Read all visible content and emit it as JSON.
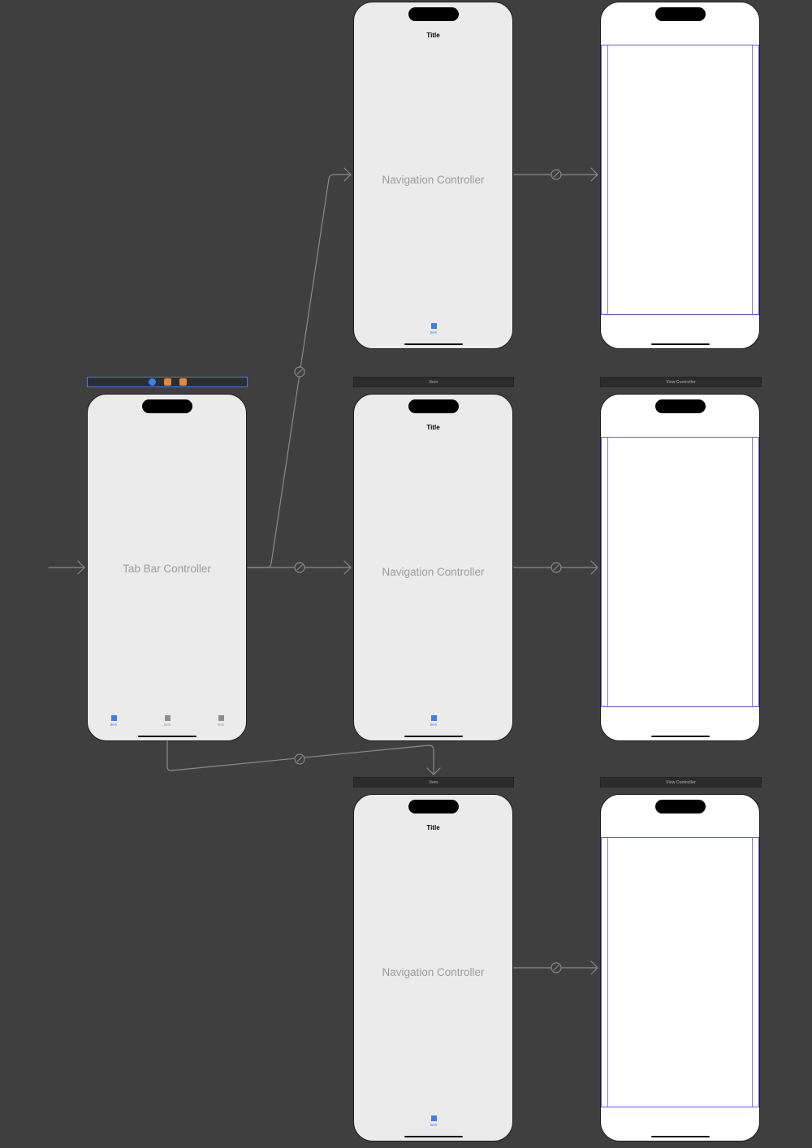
{
  "dock": {
    "first_responder_icon": "first-responder-icon",
    "exit_icon": "exit-icon",
    "controller_icon": "controller-icon"
  },
  "scenes": {
    "tab_bar": {
      "label": "Tab Bar Controller",
      "tabs": [
        {
          "label": "Item",
          "state": "selected"
        },
        {
          "label": "Item",
          "state": "normal"
        },
        {
          "label": "Item",
          "state": "normal"
        }
      ]
    },
    "nav_top": {
      "title": "Title",
      "label": "Navigation Controller",
      "tab_label": "Item"
    },
    "nav_middle": {
      "bar_title": "Item",
      "title": "Title",
      "label": "Navigation Controller",
      "tab_label": "Item"
    },
    "nav_bottom": {
      "bar_title": "Item",
      "title": "Title",
      "label": "Navigation Controller",
      "tab_label": "Item"
    },
    "vc_middle": {
      "bar_title": "View Controller"
    },
    "vc_bottom": {
      "bar_title": "View Controller"
    }
  },
  "colors": {
    "canvas": "#3f3f3f",
    "scene_gray": "#ebebeb",
    "scene_white": "#ffffff",
    "segue_line": "#8a8a8a",
    "safe_area": "#5b5bf0",
    "tint": "#3a7ff1"
  }
}
